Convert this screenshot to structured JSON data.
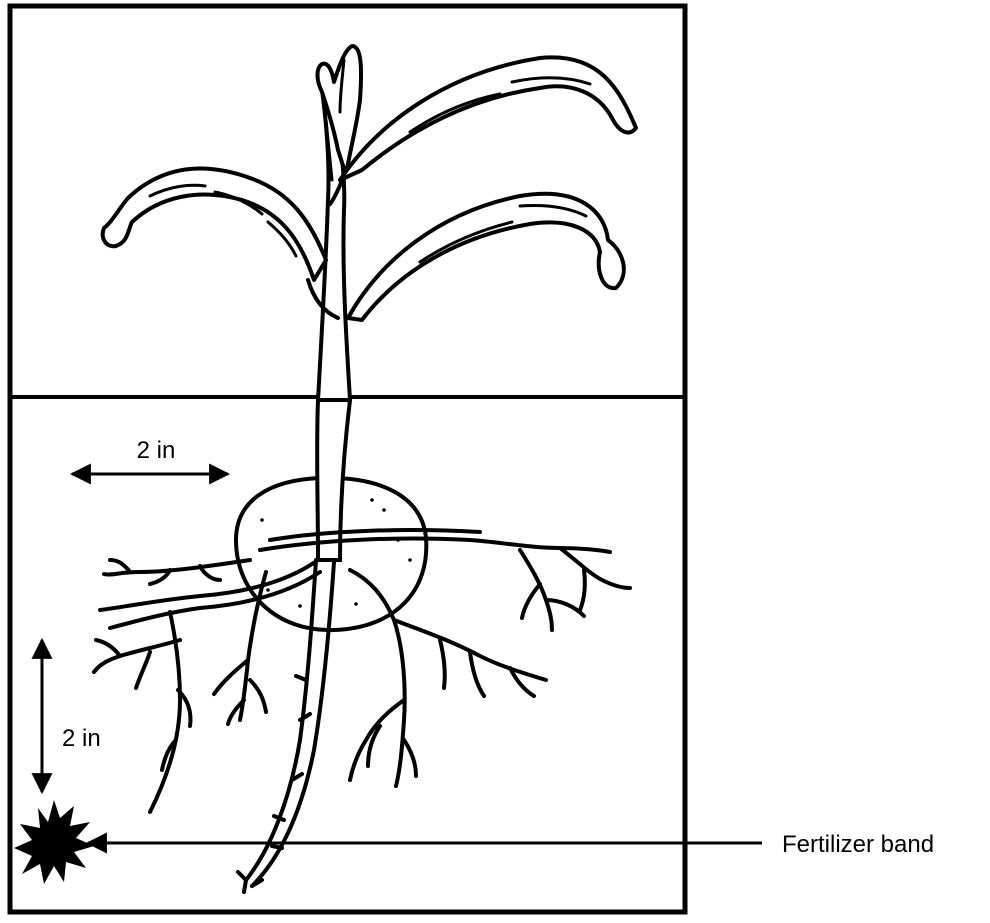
{
  "labels": {
    "horizontal_distance": "2 in",
    "vertical_distance": "2 in",
    "fertilizer_band": "Fertilizer band"
  },
  "colors": {
    "ink": "#000000",
    "paper": "#ffffff"
  }
}
